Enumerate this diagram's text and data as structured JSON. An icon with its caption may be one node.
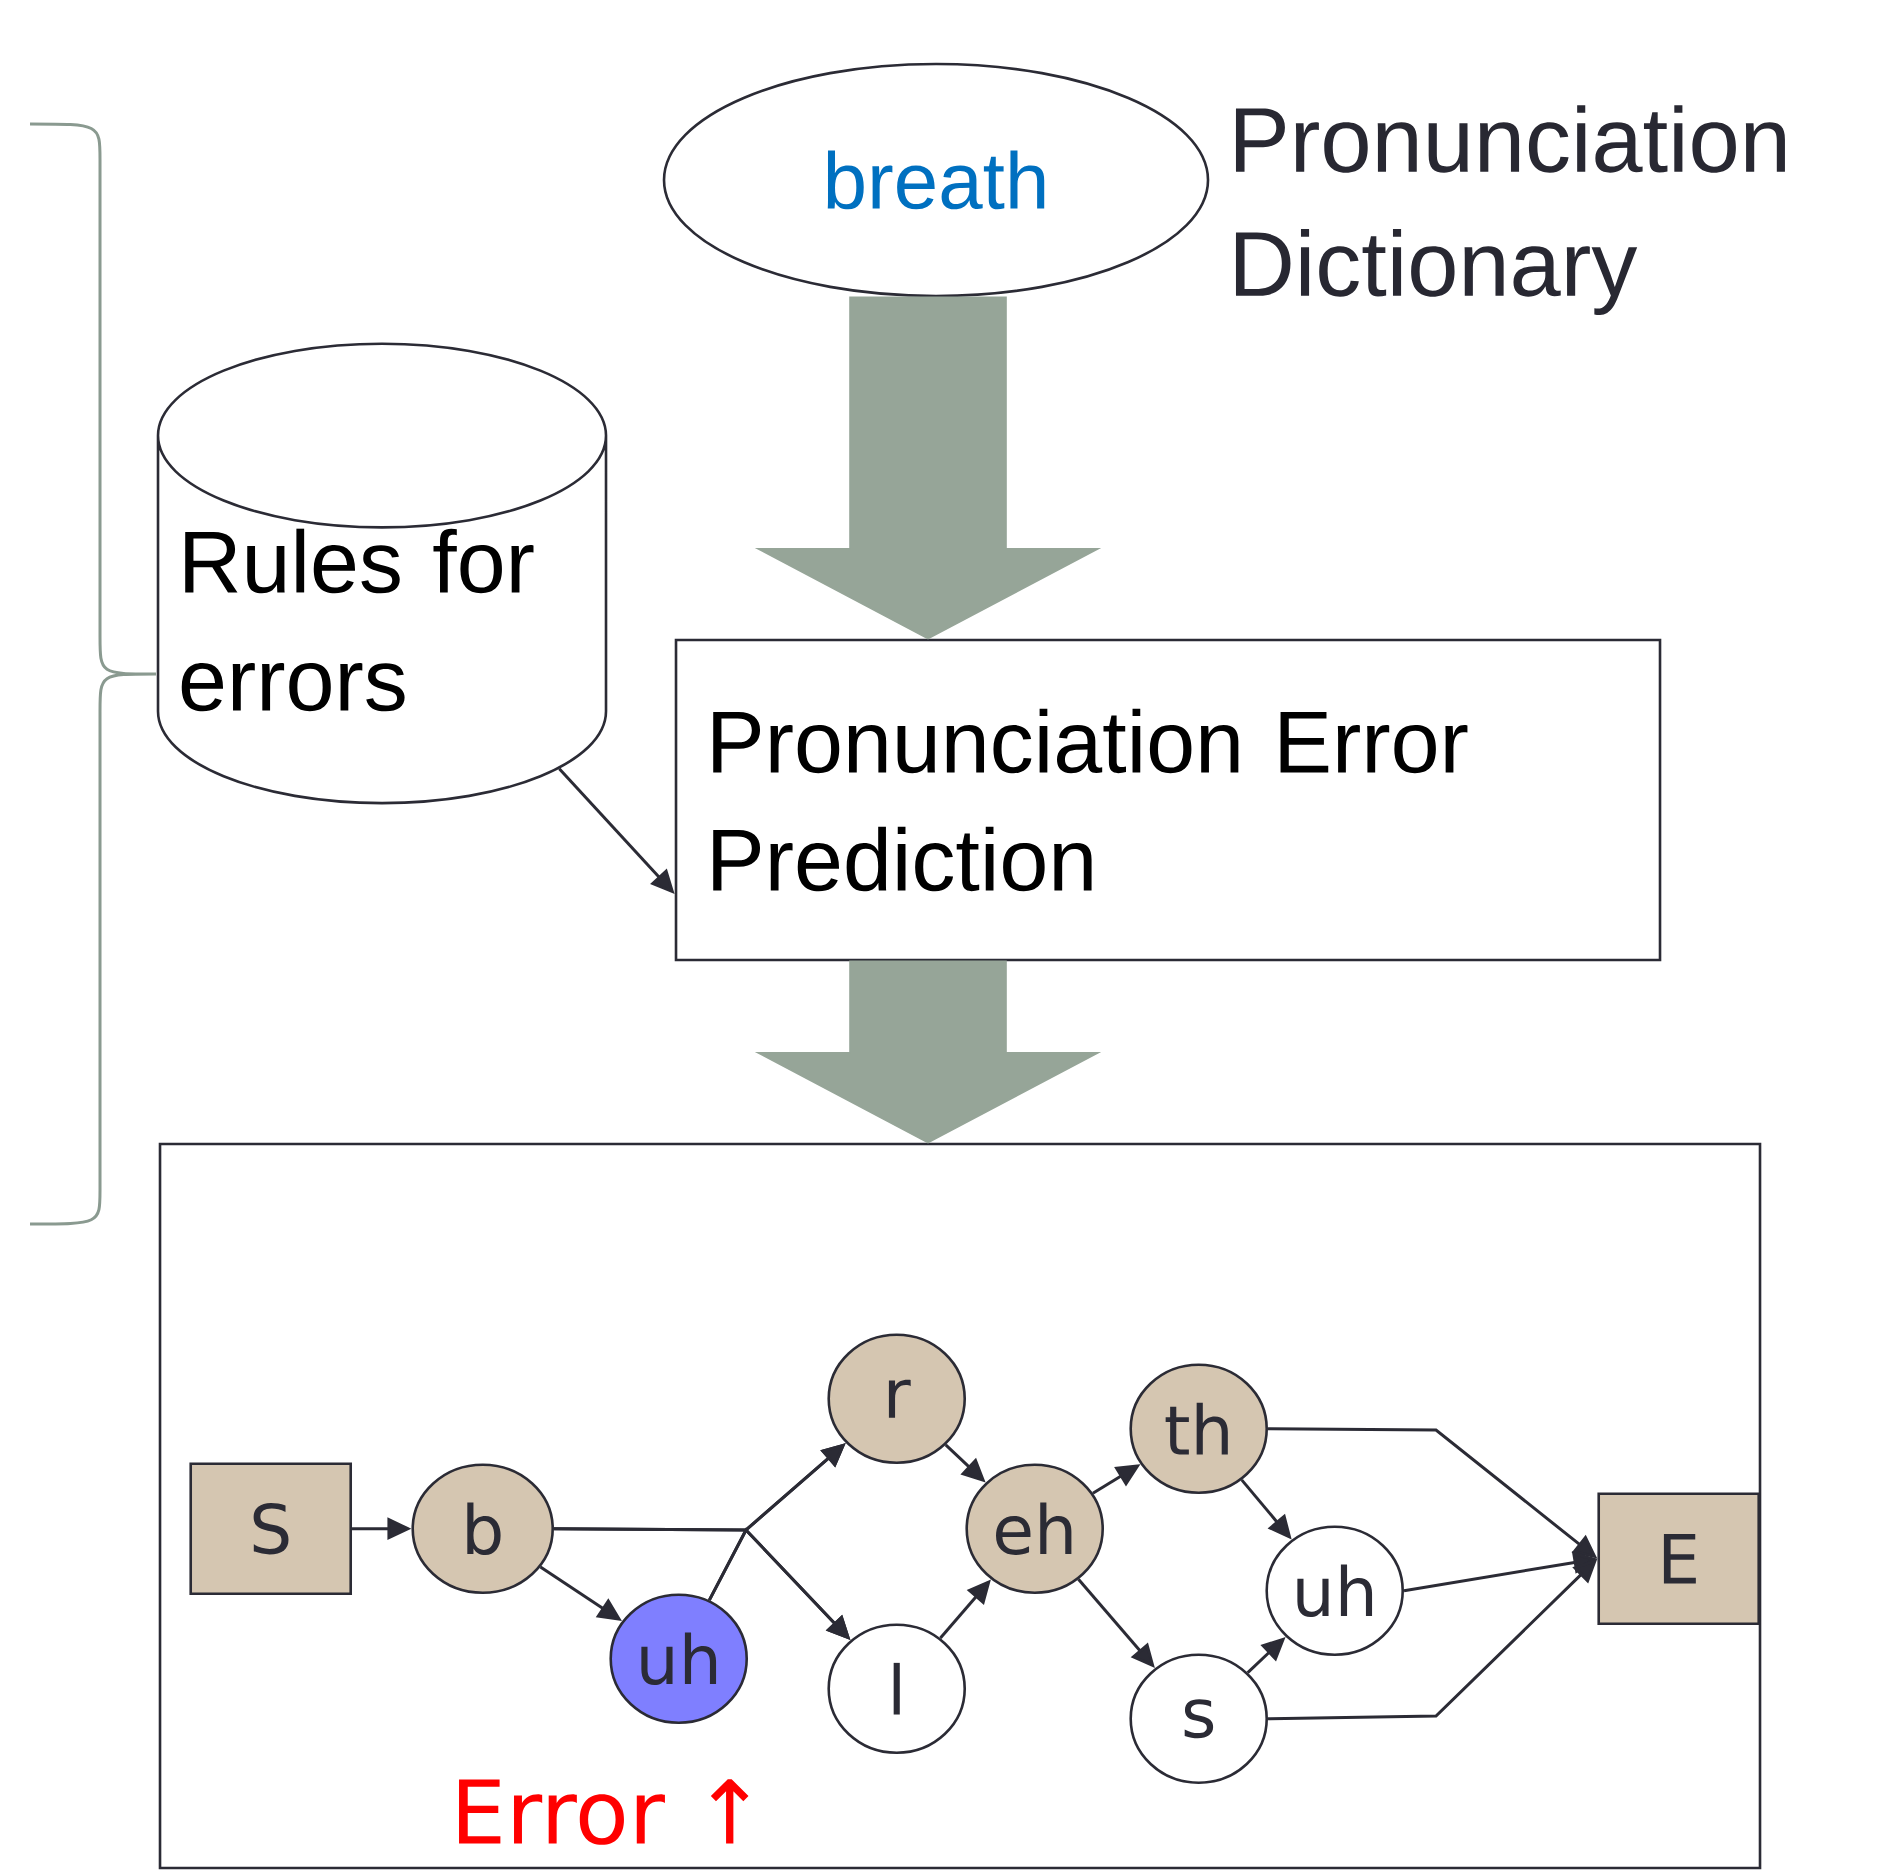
{
  "diagram": {
    "nodes": [
      {
        "text": [
          "breath"
        ],
        "beside": [
          "Pronunciation Dictionary"
        ]
      },
      {
        "text": [
          "Rules for errors"
        ]
      },
      {
        "text": [
          "Pronunciation Error Prediction"
        ]
      },
      {
        "text": [],
        "shape": "box"
      },
      {
        "text": [
          "S"
        ],
        "in": 3
      },
      {
        "text": [
          "b"
        ],
        "in": 3
      },
      {
        "text": [
          "uh"
        ],
        "in": 3
      },
      {
        "text": [
          "r"
        ],
        "in": 3
      },
      {
        "text": [
          "l"
        ],
        "in": 3
      },
      {
        "text": [
          "eh"
        ],
        "in": 3
      },
      {
        "text": [
          "th"
        ],
        "in": 3
      },
      {
        "text": [
          "uh"
        ],
        "in": 3
      },
      {
        "text": [
          "s"
        ],
        "in": 3
      },
      {
        "text": [
          "E"
        ],
        "in": 3
      }
    ],
    "edges": [
      {
        "from": 0,
        "to": 2,
        "arrow": "to",
        "style": "thick",
        "color": "#96a598"
      },
      {
        "from": 1,
        "to": 2,
        "arrow": "to"
      },
      {
        "from": 2,
        "to": 3,
        "arrow": "to",
        "style": "thick",
        "color": "#96a598"
      },
      {
        "from": 4,
        "to": 5,
        "arrow": "to"
      },
      {
        "from": 5,
        "to": 6,
        "arrow": "to"
      },
      {
        "from": 5,
        "to": 7,
        "arrow": "to"
      },
      {
        "from": 5,
        "to": 8,
        "arrow": "to"
      },
      {
        "from": 6,
        "to": 7,
        "arrow": "to"
      },
      {
        "from": 6,
        "to": 8,
        "arrow": "to"
      },
      {
        "from": 7,
        "to": 9,
        "arrow": "to"
      },
      {
        "from": 8,
        "to": 9,
        "arrow": "to"
      },
      {
        "from": 9,
        "to": 10,
        "arrow": "to"
      },
      {
        "from": 9,
        "to": 12,
        "arrow": "to"
      },
      {
        "from": 10,
        "to": 11,
        "arrow": "to"
      },
      {
        "from": 12,
        "to": 11,
        "arrow": "to"
      },
      {
        "from": 10,
        "to": 13,
        "arrow": "to"
      },
      {
        "from": 11,
        "to": 13,
        "arrow": "to"
      },
      {
        "from": 12,
        "to": 13,
        "arrow": "to"
      }
    ],
    "labels": [
      "Error ↑"
    ]
  }
}
